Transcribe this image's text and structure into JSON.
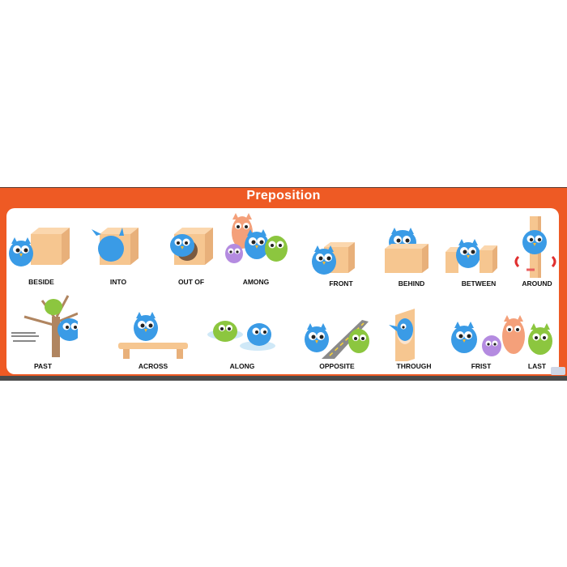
{
  "poster": {
    "title": "Preposition",
    "colors": {
      "frame": "#ee5a24",
      "panel": "#ffffff",
      "owl_blue": "#3a9be6",
      "owl_green": "#8cc63f",
      "owl_purple": "#b48be0",
      "owl_peach": "#f4a07a",
      "box": "#f6c690",
      "strip": "#4a4a4a"
    },
    "rows": [
      {
        "items": [
          {
            "label": "BESIDE",
            "icon": "owl-beside-box-icon"
          },
          {
            "label": "INTO",
            "icon": "owl-into-box-icon"
          },
          {
            "label": "OUT OF",
            "icon": "owl-out-of-box-icon"
          },
          {
            "label": "AMONG",
            "icon": "owls-among-icon"
          },
          {
            "label": "FRONT",
            "icon": "owl-front-box-icon"
          },
          {
            "label": "BEHIND",
            "icon": "owl-behind-box-icon"
          },
          {
            "label": "BETWEEN",
            "icon": "owl-between-boxes-icon"
          },
          {
            "label": "AROUND",
            "icon": "owl-around-pole-icon"
          }
        ]
      },
      {
        "items": [
          {
            "label": "PAST",
            "icon": "owl-past-tree-icon"
          },
          {
            "label": "ACROSS",
            "icon": "owl-across-bench-icon"
          },
          {
            "label": "ALONG",
            "icon": "owls-along-icon"
          },
          {
            "label": "OPPOSITE",
            "icon": "owls-opposite-road-icon"
          },
          {
            "label": "THROUGH",
            "icon": "owl-through-wall-icon"
          },
          {
            "label": "FRIST",
            "icon": "owls-first-icon"
          },
          {
            "label": "LAST",
            "icon": "owls-last-icon"
          }
        ]
      }
    ]
  }
}
